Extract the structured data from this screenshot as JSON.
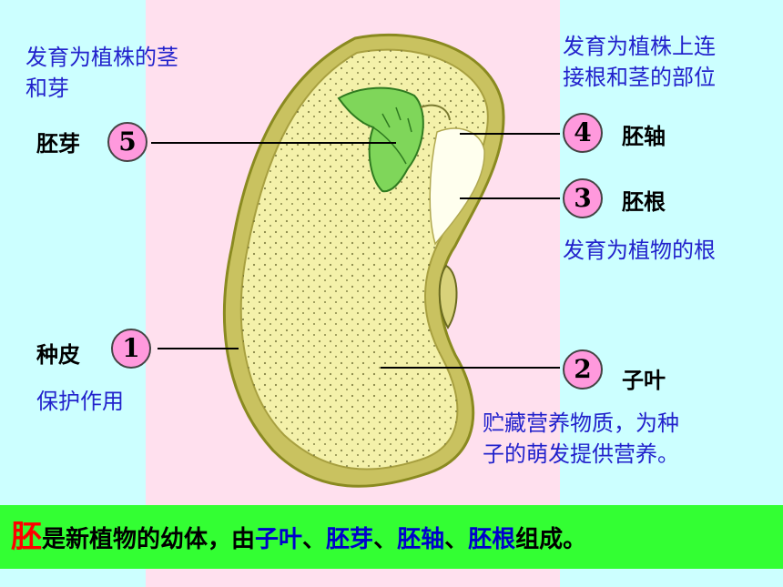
{
  "parts": [
    {
      "id": 5,
      "name": "胚芽",
      "function": "发育为植株的茎和芽"
    },
    {
      "id": 4,
      "name": "胚轴",
      "function": "发育为植株上连接根和茎的部位"
    },
    {
      "id": 3,
      "name": "胚根",
      "function": "发育为植物的根"
    },
    {
      "id": 1,
      "name": "种皮",
      "function": "保护作用"
    },
    {
      "id": 2,
      "name": "子叶",
      "function": "贮藏营养物质，为种子的萌发提供营养。"
    }
  ],
  "desc_lines": {
    "bud_1": "发育为植株的茎",
    "bud_2": "和芽",
    "axis_1": "发育为植株上连",
    "axis_2": "接根和茎的部位",
    "root": "发育为植物的根",
    "coat": "保护作用",
    "cotyledon_1": "贮藏营养物质，为种",
    "cotyledon_2": "子的萌发提供营养。"
  },
  "summary": {
    "big": "胚",
    "t1": "是新植物的幼体，由",
    "h1": "子叶",
    "s1": "、",
    "h2": "胚芽",
    "s2": "、",
    "h3": "胚轴",
    "s3": "、",
    "h4": "胚根",
    "t2": "组成。"
  },
  "colors": {
    "description_text": "#2222cc",
    "number_circle": "#ff99dd",
    "footer_bg": "#33ff33",
    "highlight_red": "#ff0000",
    "highlight_blue": "#0000cc"
  }
}
